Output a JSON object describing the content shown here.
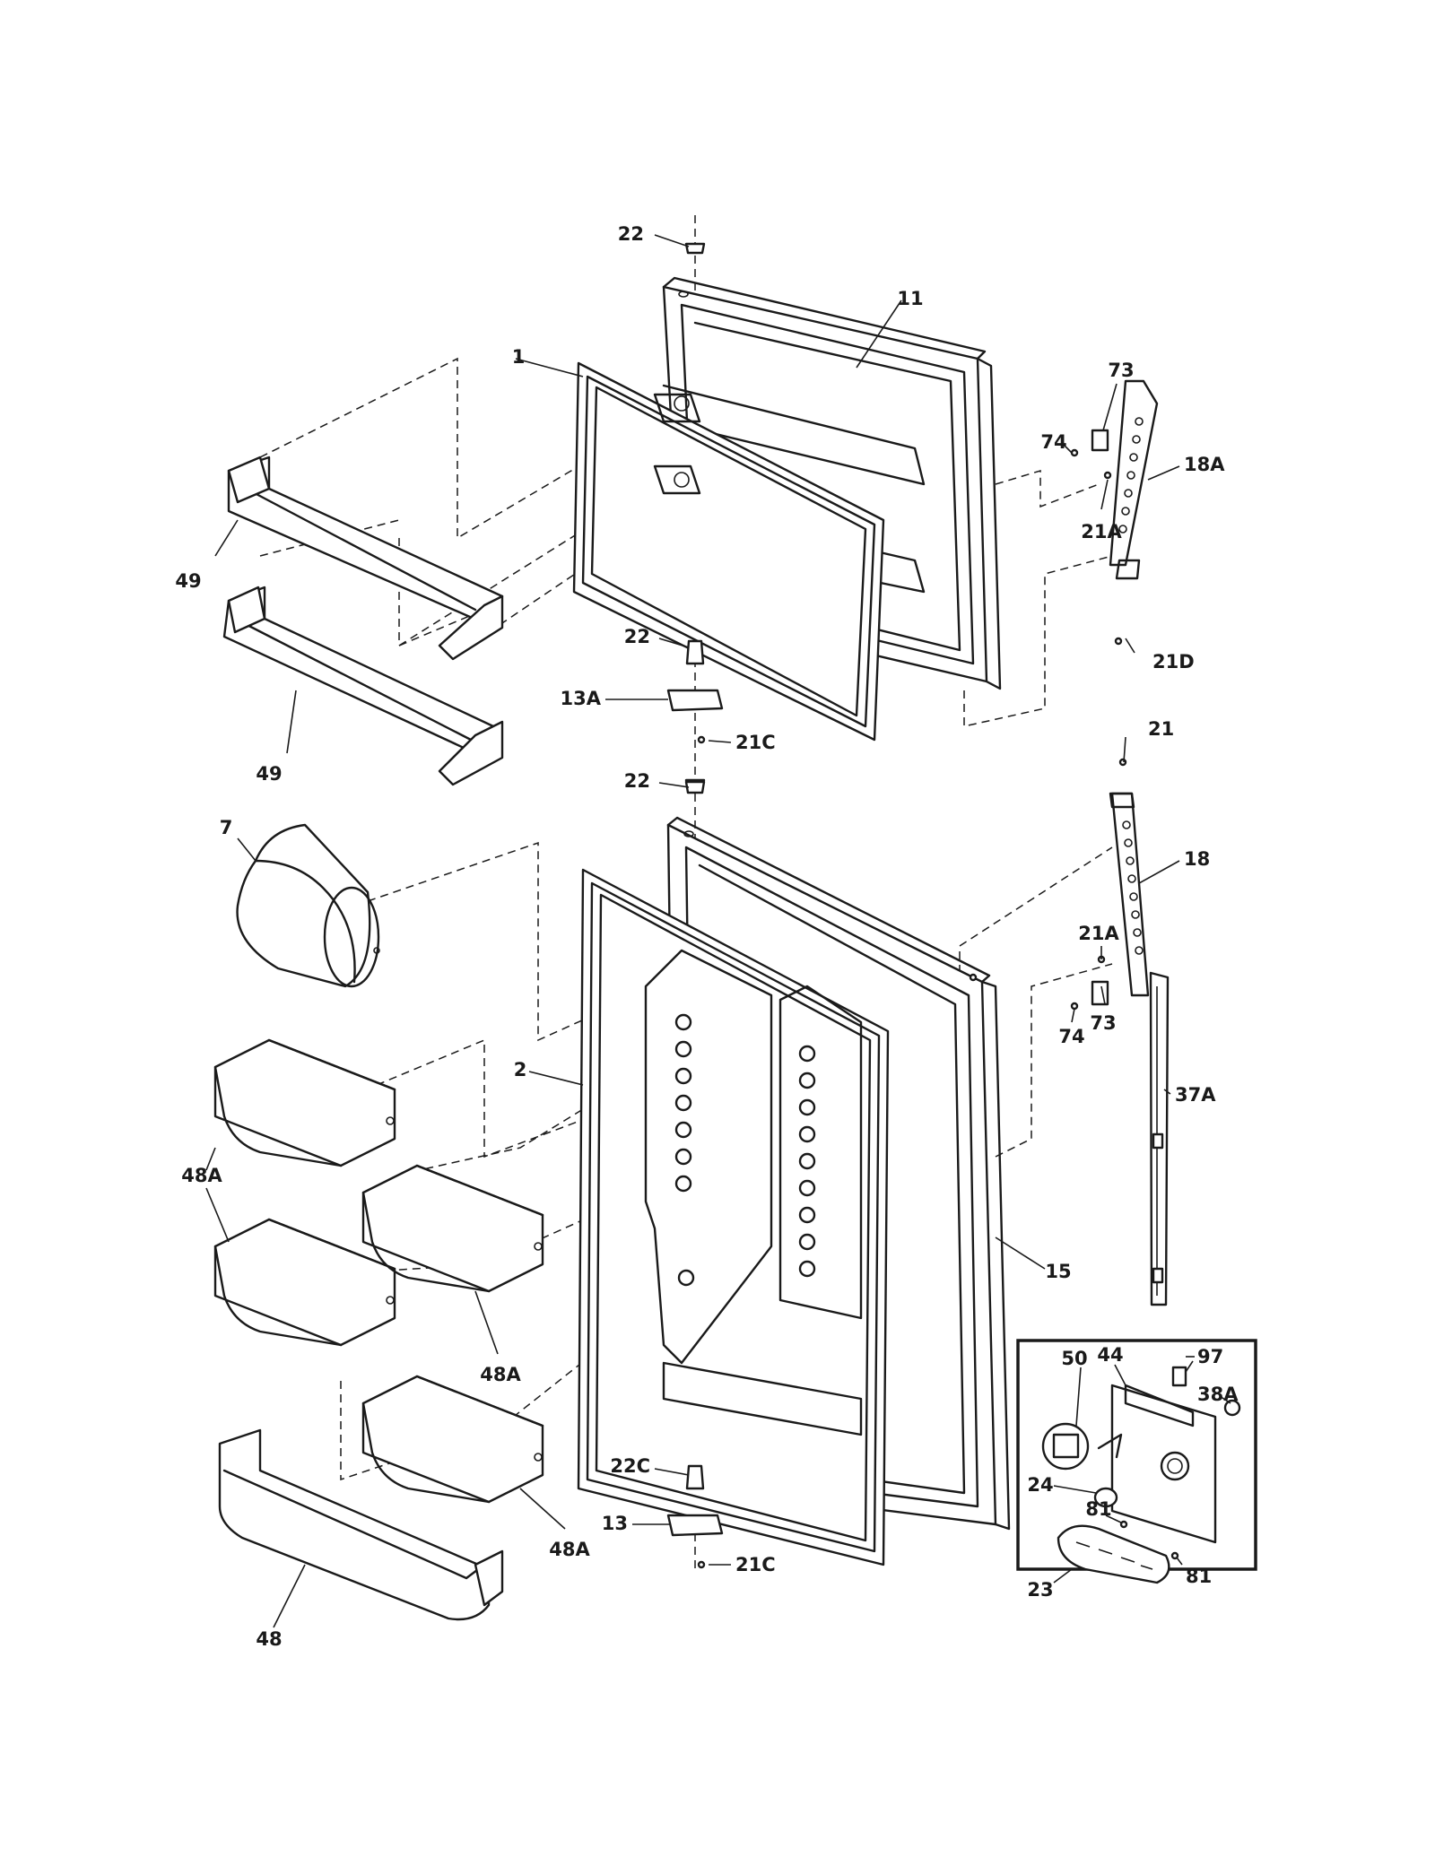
{
  "labels": {
    "l22a": "22",
    "l11": "11",
    "l1": "1",
    "l73a": "73",
    "l74a": "74",
    "l18A": "18A",
    "l21Aa": "21A",
    "l49a": "49",
    "l22b": "22",
    "l13A": "13A",
    "l21Ca": "21C",
    "l21D": "21D",
    "l49b": "49",
    "l21": "21",
    "l22c": "22",
    "l7": "7",
    "l18": "18",
    "l21Ab": "21A",
    "l73b": "73",
    "l74b": "74",
    "l2": "2",
    "l37A": "37A",
    "l48Aa": "48A",
    "l15": "15",
    "l48Ab": "48A",
    "l50": "50",
    "l44": "44",
    "l97": "97",
    "l38A": "38A",
    "l22C": "22C",
    "l24": "24",
    "l13": "13",
    "l81a": "81",
    "l48Ac": "48A",
    "l21Cb": "21C",
    "l81b": "81",
    "l23": "23",
    "l48": "48"
  }
}
